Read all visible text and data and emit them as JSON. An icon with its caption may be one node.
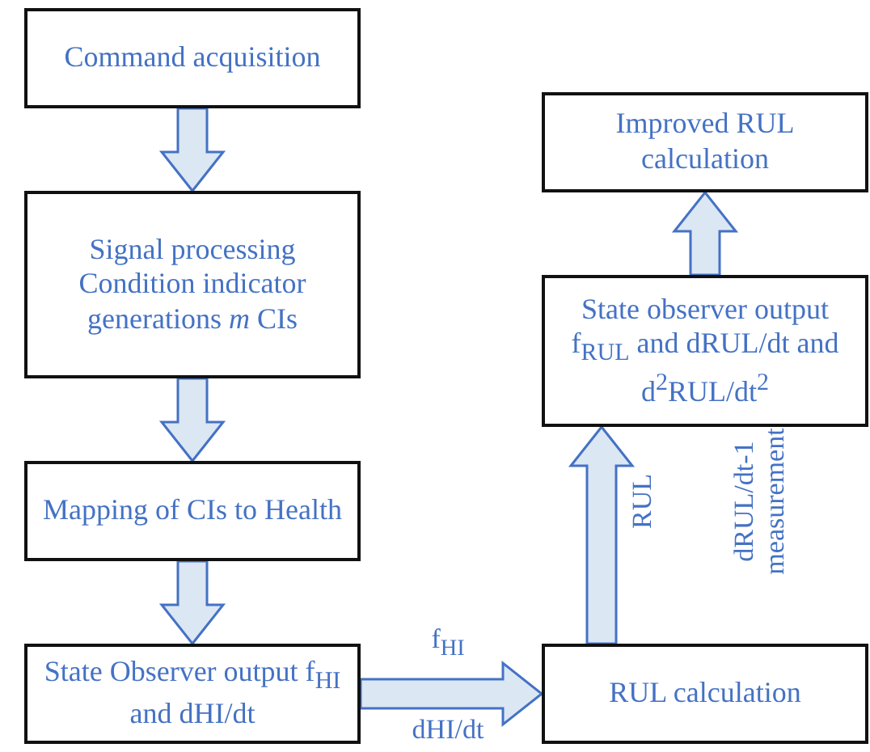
{
  "diagram": {
    "nodes": [
      {
        "text": [
          "Command acquisition"
        ]
      },
      {
        "text": [
          "Signal processing Condition indicator generations *m* CIs"
        ]
      },
      {
        "text": [
          "Mapping of CIs to Health"
        ]
      },
      {
        "text": [
          "State Observer output f$_{HI}$ and dHI/dt"
        ]
      },
      {
        "text": [
          "Improved RUL calculation"
        ]
      },
      {
        "text": [
          "State observer output f$_{RUL}$ and dRUL/dt and d$^{2}$RUL/dt$^{2}$"
        ]
      },
      {
        "text": [
          "RUL calculation"
        ]
      }
    ],
    "edges": [
      {
        "from": 0,
        "to": 1,
        "arrow": "to"
      },
      {
        "from": 1,
        "to": 2,
        "arrow": "to"
      },
      {
        "from": 2,
        "to": 3,
        "arrow": "to"
      },
      {
        "from": 3,
        "to": 6,
        "arrow": "to",
        "label": "f$_{HI}$"
      },
      {
        "from": 6,
        "to": 5,
        "arrow": "to",
        "label": "RUL"
      },
      {
        "from": 5,
        "to": 4,
        "arrow": "to"
      }
    ],
    "labels": [
      "dHI/dt",
      "dRUL/dt-1 measurement"
    ]
  }
}
